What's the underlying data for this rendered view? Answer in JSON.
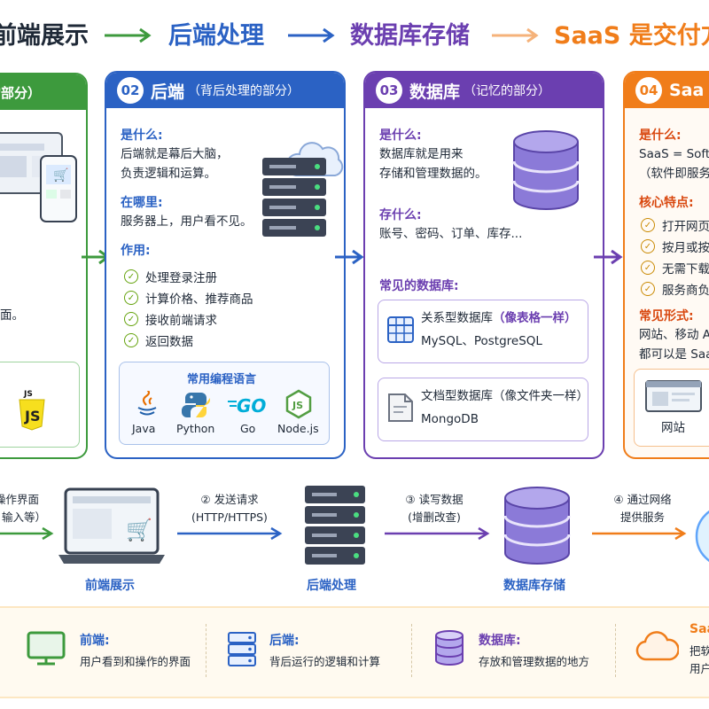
{
  "title_bar": {
    "step1": "前端展示",
    "step2": "后端处理",
    "step3": "数据库存储",
    "step4": "SaaS 是交付方"
  },
  "colors": {
    "frontend": "#3d9a3d",
    "backend": "#2b62c4",
    "database": "#6b3fb0",
    "saas": "#f07d1a"
  },
  "card1": {
    "header": "的部分）",
    "side_text": "面。",
    "js_label": "JS",
    "js_icon": "js-icon"
  },
  "card2": {
    "number": "02",
    "title": "后端",
    "subtitle": "（背后处理的部分）",
    "what_label": "是什么:",
    "what_text": [
      "后端就是幕后大脑，",
      "负责逻辑和运算。"
    ],
    "where_label": "在哪里:",
    "where_text": "服务器上，用户看不见。",
    "role_label": "作用:",
    "roles": [
      "处理登录注册",
      "计算价格、推荐商品",
      "接收前端请求",
      "返回数据"
    ],
    "lang_label": "常用编程语言",
    "languages": [
      {
        "name": "Java",
        "icon": "java-icon"
      },
      {
        "name": "Python",
        "icon": "python-icon"
      },
      {
        "name": "Go",
        "icon": "go-icon"
      },
      {
        "name": "Node.js",
        "icon": "nodejs-icon"
      }
    ]
  },
  "card3": {
    "number": "03",
    "title": "数据库",
    "subtitle": "（记忆的部分）",
    "what_label": "是什么:",
    "what_text": [
      "数据库就是用来",
      "存储和管理数据的。"
    ],
    "store_label": "存什么:",
    "store_text": "账号、密码、订单、库存...",
    "common_label": "常见的数据库:",
    "db1_title": "关系型数据库",
    "db1_note": "（像表格一样）",
    "db1_examples": "MySQL、PostgreSQL",
    "db2_title": "文档型数据库（像文件夹一样）",
    "db2_examples": "MongoDB"
  },
  "card4": {
    "number": "04",
    "title": "Saa",
    "what_label": "是什么:",
    "what_text": [
      "SaaS = Softw",
      "（软件即服务"
    ],
    "features_label": "核心特点:",
    "features": [
      "打开网页",
      "按月或按",
      "无需下载",
      "服务商负"
    ],
    "forms_label": "常见形式:",
    "forms_text": [
      "网站、移动 A",
      "都可以是 Saa"
    ],
    "site_label": "网站"
  },
  "flow": {
    "step1_label": [
      "操作界面",
      "输入等）"
    ],
    "step2_label": [
      "② 发送请求",
      "(HTTP/HTTPS)"
    ],
    "step3_label": [
      "③ 读写数据",
      "(增删改查)"
    ],
    "step4_label": [
      "④ 通过网络",
      "提供服务"
    ],
    "cap1": "前端展示",
    "cap2": "后端处理",
    "cap3": "数据库存储"
  },
  "legend": [
    {
      "title": "前端:",
      "desc": "用户看到和操作的界面",
      "icon": "monitor-icon"
    },
    {
      "title": "后端:",
      "desc": "背后运行的逻辑和计算",
      "icon": "server-icon"
    },
    {
      "title": "数据库:",
      "desc": "存放和管理数据的地方",
      "icon": "database-icon"
    },
    {
      "title": "Saa",
      "desc": "把软",
      "desc2": "用户",
      "icon": "cloud-icon"
    }
  ]
}
